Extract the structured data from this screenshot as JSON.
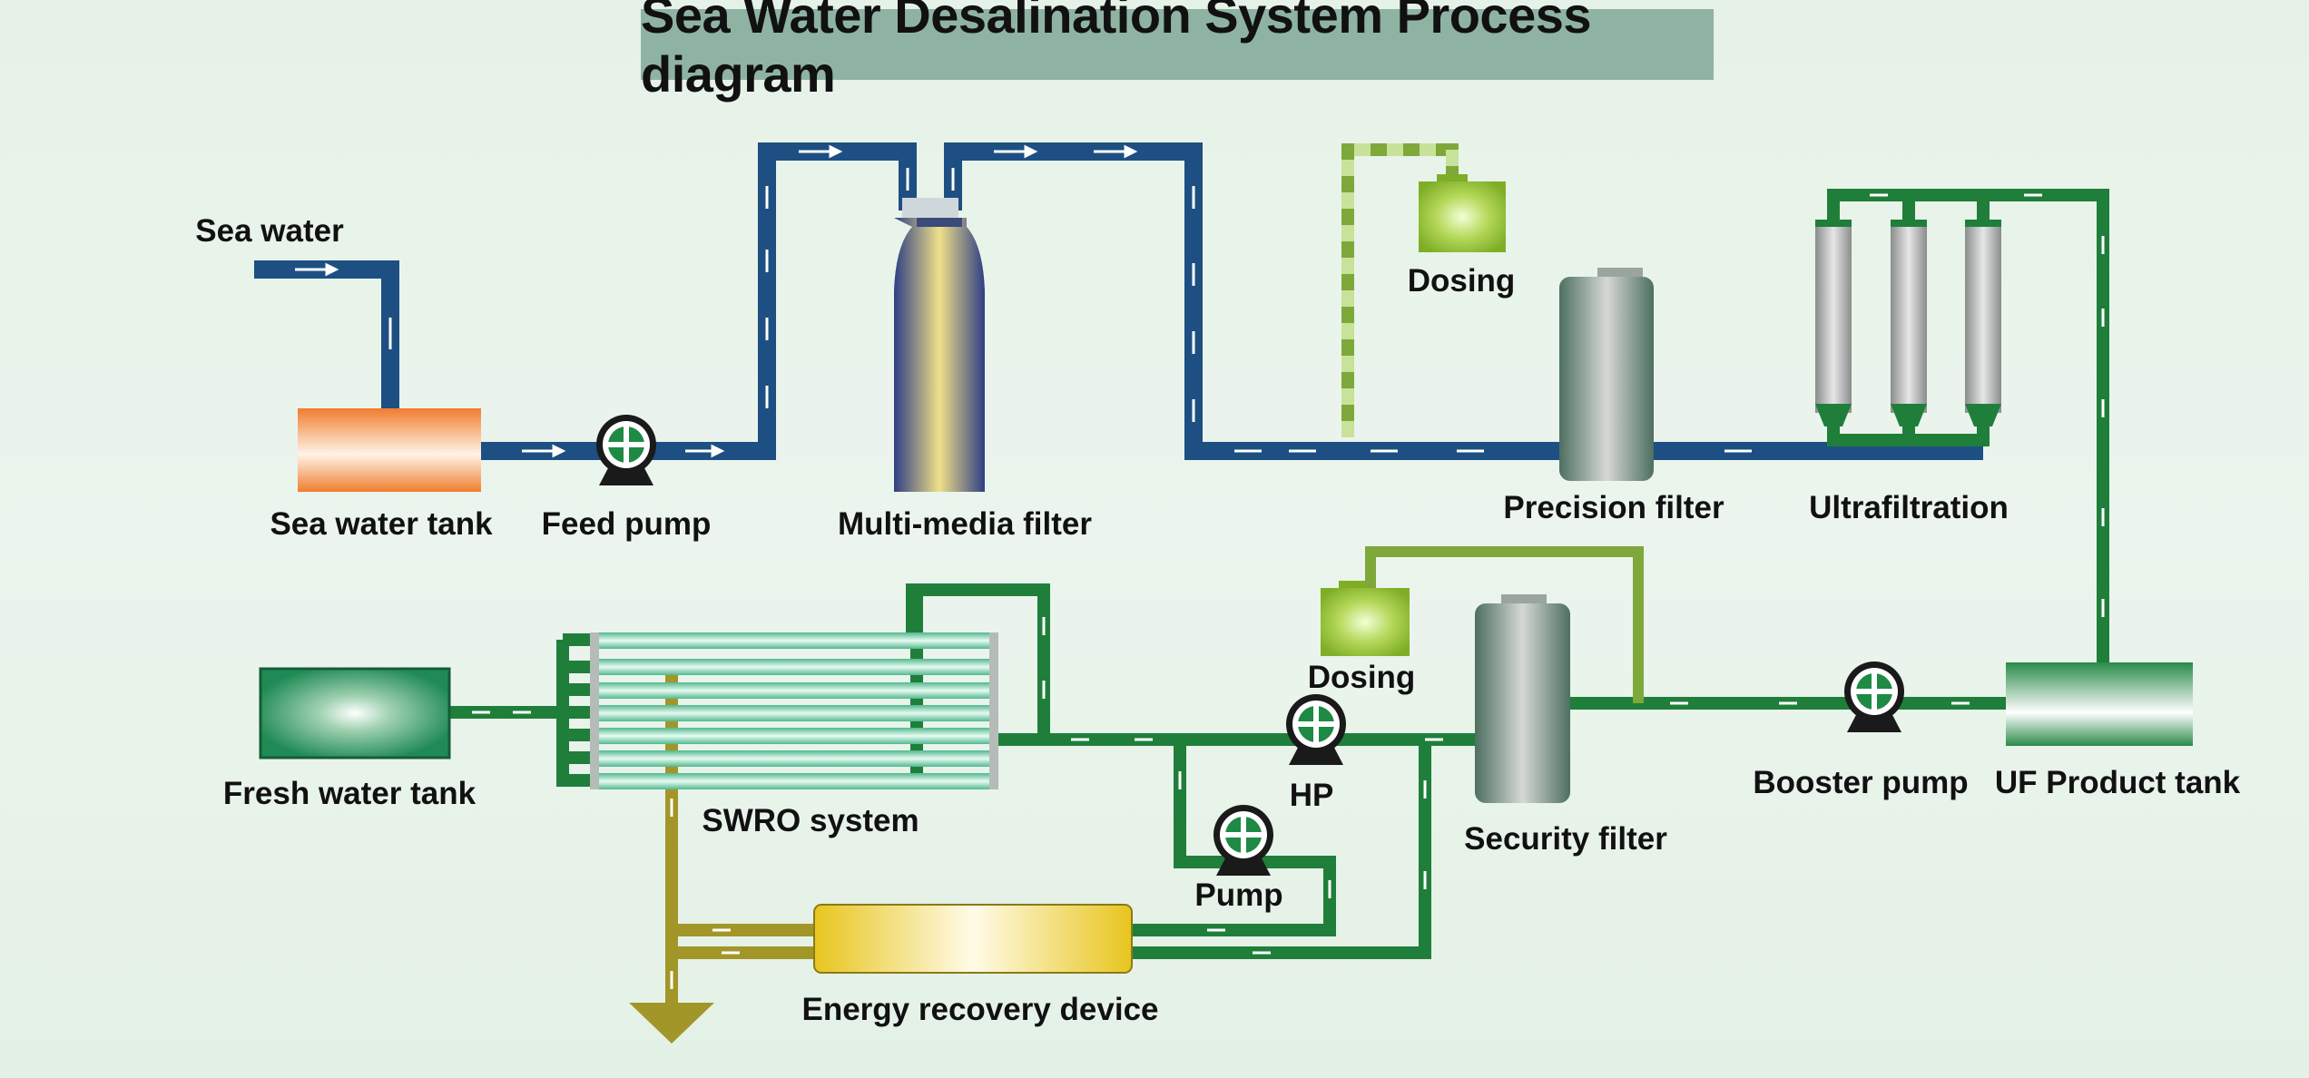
{
  "title": "Sea Water Desalination System Process diagram",
  "labels": {
    "sea_water": "Sea water",
    "sea_water_tank": "Sea water tank",
    "feed_pump": "Feed pump",
    "multi_media_filter": "Multi-media filter",
    "dosing_top": "Dosing",
    "precision_filter": "Precision filter",
    "ultrafiltration": "Ultrafiltration",
    "fresh_water_tank": "Fresh water tank",
    "swro_system": "SWRO system",
    "dosing_bottom": "Dosing",
    "hp": "HP",
    "pump": "Pump",
    "security_filter": "Security filter",
    "booster_pump": "Booster pump",
    "uf_product_tank": "UF Product tank",
    "energy_recovery_device": "Energy recovery device"
  },
  "colors": {
    "raw_water_pipe": "#1d4f82",
    "treated_water_pipe": "#1f7f3a",
    "dosing_pipe_light": "#a8c96a",
    "dosing_pipe_dark": "#7ea83a",
    "brine_pipe": "#a39628",
    "pump_body": "#1a1a1a",
    "pump_impeller": "#1e8a45",
    "sea_water_tank": "#f07d2e",
    "fresh_water_tank": "#1f8a55",
    "energy_recovery_device": "#f2cf2a",
    "dosing_tank": "#8cbb2e",
    "swro_membrane": "#7fd6b6"
  },
  "icons": [
    "pump-icon",
    "tank-icon",
    "filter-vessel-icon",
    "membrane-icon",
    "arrow-down-icon"
  ]
}
